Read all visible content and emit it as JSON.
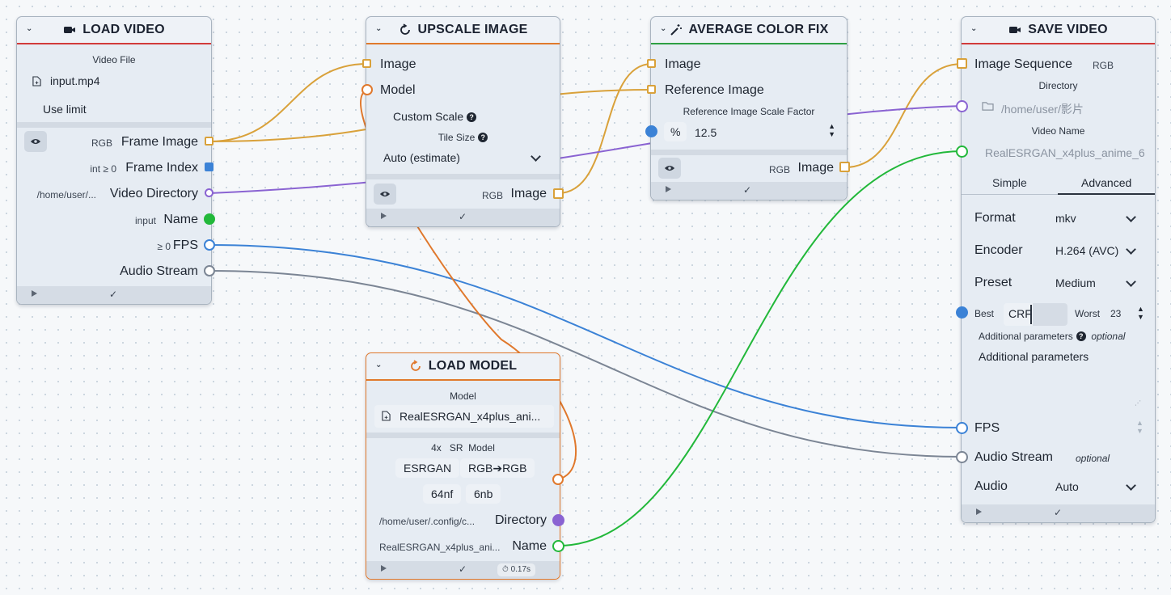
{
  "colors": {
    "image": "#d9a13a",
    "model": "#e0782c",
    "directory": "#8a63d2",
    "name": "#22b83a",
    "number": "#3b82d6",
    "audio": "#7b8594",
    "video_header": "#d23a3a",
    "upscale_header": "#e07a2c",
    "fix_header": "#2ea043"
  },
  "load_video": {
    "title": "LOAD VIDEO",
    "video_file_label": "Video File",
    "video_file_value": "input.mp4",
    "use_limit": "Use limit",
    "outputs": [
      {
        "tag": "RGB",
        "label": "Frame Image"
      },
      {
        "tag": "int ≥ 0",
        "label": "Frame Index"
      },
      {
        "tag": "/home/user/...",
        "label": "Video Directory"
      },
      {
        "tag": "input",
        "label": "Name"
      },
      {
        "tag": "≥ 0",
        "label": "FPS"
      },
      {
        "tag": "",
        "label": "Audio Stream"
      }
    ]
  },
  "upscale_image": {
    "title": "UPSCALE IMAGE",
    "inputs": [
      "Image",
      "Model"
    ],
    "custom_scale": "Custom Scale",
    "tile_size_label": "Tile Size",
    "tile_size_value": "Auto (estimate)",
    "output_tag": "RGB",
    "output_label": "Image"
  },
  "average_color_fix": {
    "title": "AVERAGE COLOR FIX",
    "inputs": [
      "Image",
      "Reference Image"
    ],
    "scale_factor_label": "Reference Image Scale Factor",
    "scale_unit": "%",
    "scale_value": "12.5",
    "output_tag": "RGB",
    "output_label": "Image"
  },
  "load_model": {
    "title": "LOAD MODEL",
    "model_label": "Model",
    "model_value": "RealESRGAN_x4plus_ani...",
    "info": [
      "4x",
      "SR",
      "Model"
    ],
    "chips_row1": [
      "ESRGAN",
      "RGB➔RGB"
    ],
    "chips_row2": [
      "64nf",
      "6nb"
    ],
    "directory_value": "/home/user/.config/c...",
    "directory_label": "Directory",
    "name_value": "RealESRGAN_x4plus_ani...",
    "name_label": "Name",
    "time": "0.17s"
  },
  "save_video": {
    "title": "SAVE VIDEO",
    "image_sequence": "Image Sequence",
    "image_sequence_tag": "RGB",
    "directory_label": "Directory",
    "directory_value": "/home/user/影片",
    "video_name_label": "Video Name",
    "video_name_value": "RealESRGAN_x4plus_anime_6",
    "tabs": [
      "Simple",
      "Advanced"
    ],
    "active_tab": "Advanced",
    "format_label": "Format",
    "format_value": "mkv",
    "encoder_label": "Encoder",
    "encoder_value": "H.264 (AVC)",
    "preset_label": "Preset",
    "preset_value": "Medium",
    "crf_best": "Best",
    "crf_label": "CRF",
    "crf_worst": "Worst",
    "crf_value": "23",
    "additional_params_label": "Additional parameters",
    "optional": "optional",
    "additional_params_placeholder": "Additional parameters",
    "fps_label": "FPS",
    "audio_stream_label": "Audio Stream",
    "audio_label": "Audio",
    "audio_value": "Auto"
  }
}
